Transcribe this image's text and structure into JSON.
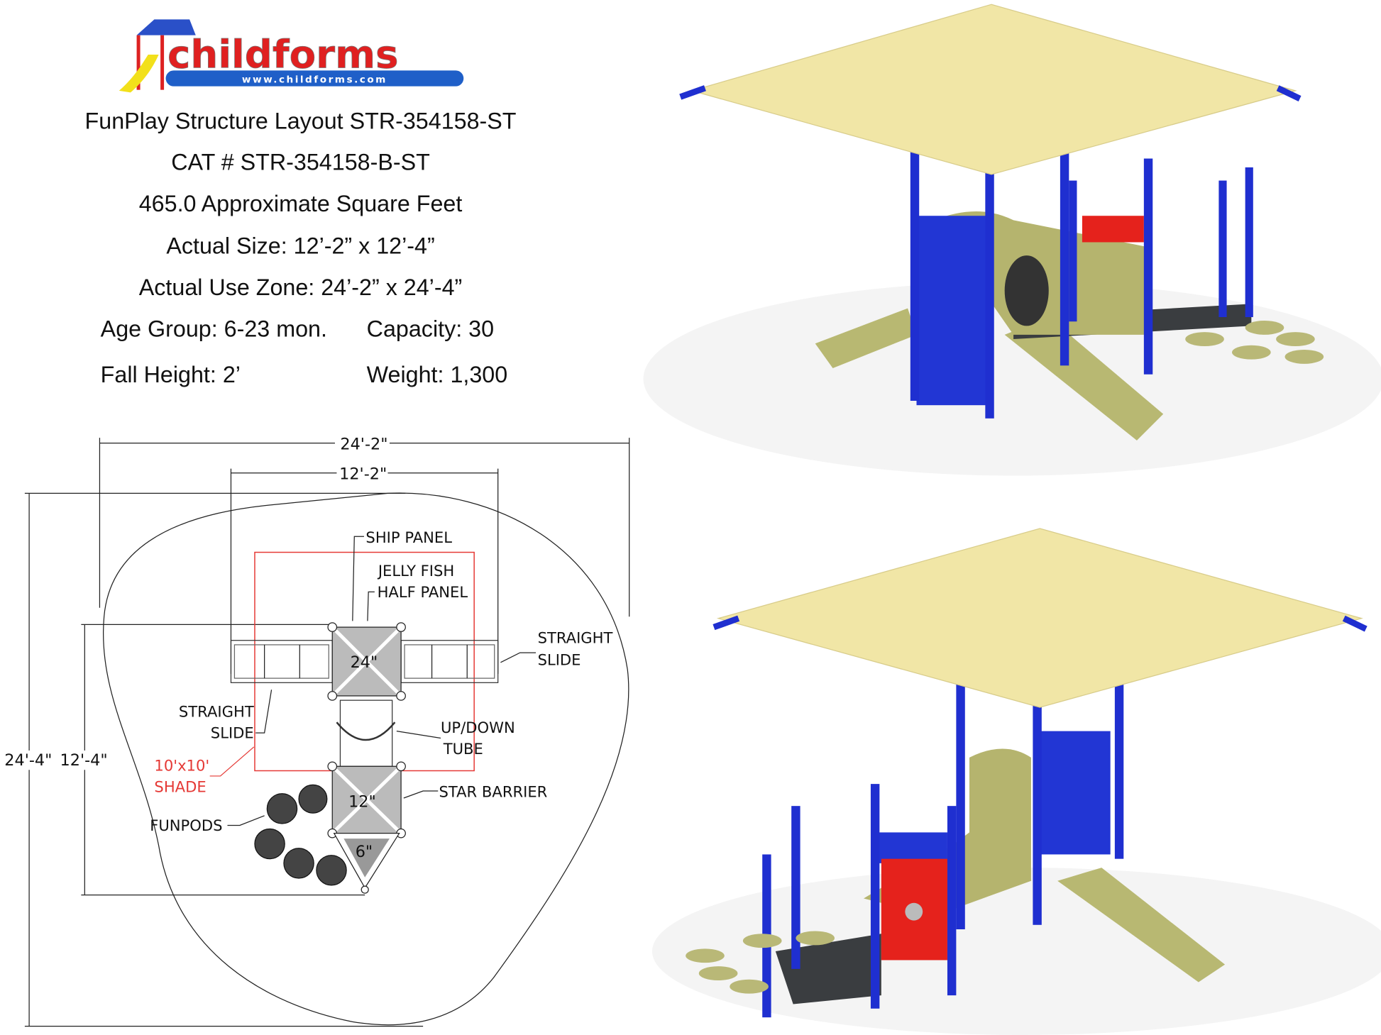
{
  "logo": {
    "brand": "childforms",
    "url": "www.childforms.com"
  },
  "header": {
    "title": "FunPlay Structure Layout STR-354158-ST",
    "cat": "CAT # STR-354158-B-ST",
    "area": "465.0 Approximate Square Feet",
    "actual_size": "Actual Size: 12’-2” x 12’-4”",
    "use_zone": "Actual Use Zone: 24’-2” x 24’-4”",
    "age_group": "Age Group: 6-23 mon.",
    "capacity": "Capacity: 30",
    "fall_height": "Fall Height: 2’",
    "weight": "Weight: 1,300"
  },
  "plan": {
    "dim_zone_width": "24'-2\"",
    "dim_size_width": "12'-2\"",
    "dim_zone_depth": "24'-4\"",
    "dim_size_depth": "12'-4\"",
    "deck_24": "24\"",
    "deck_12": "12\"",
    "deck_6": "6\"",
    "labels": {
      "ship_panel": "SHIP PANEL",
      "jelly_1": "JELLY FISH",
      "jelly_2": "HALF PANEL",
      "slide_r1": "STRAIGHT",
      "slide_r2": "SLIDE",
      "slide_l1": "STRAIGHT",
      "slide_l2": "SLIDE",
      "tube_1": "UP/DOWN",
      "tube_2": "TUBE",
      "shade_1": "10'x10'",
      "shade_2": "SHADE",
      "star_barrier": "STAR BARRIER",
      "funpods": "FUNPODS"
    }
  },
  "colors": {
    "shade": "#f1e6a6",
    "post": "#1f2fd0",
    "plastic": "#b9b877",
    "panel_red": "#e8201f",
    "shade_outline": "#e53935"
  }
}
